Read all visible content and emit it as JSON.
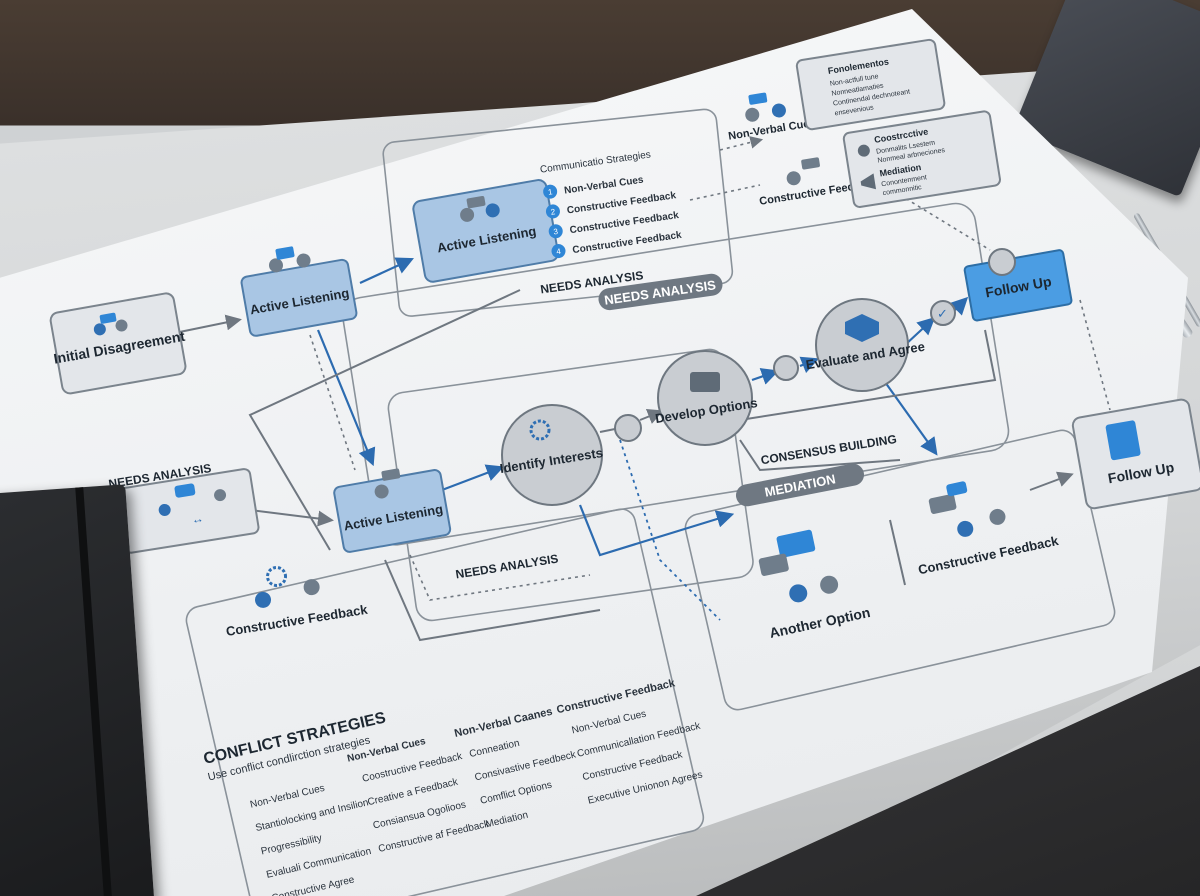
{
  "nodes": {
    "initial": "Initial Disagreement",
    "active_listening_1": "Active Listening",
    "active_listening_2": "Active Listening",
    "active_listening_3": "Active Listening",
    "identify": "Identify Interests",
    "develop": "Develop Options",
    "evaluate": "Evaluate and Agree",
    "follow_up_1": "Follow Up",
    "follow_up_2": "Follow Up",
    "non_verbal": "Non-Verbal Cues",
    "constructive_top": "Constructive Feedback",
    "constructive_left": "Constructive Feedback",
    "constructive_right": "Constructive Feedback",
    "another_option": "Another Option"
  },
  "labels": {
    "needs_analysis_left": "NEEDS ANALYSIS",
    "needs_analysis_top": "NEEDS ANALYSIS",
    "needs_analysis_mid": "NEEDS ANALYSIS",
    "needs_banner": "NEEDS ANALYSIS",
    "consensus": "CONSENSUS BUILDING",
    "mediation_banner": "MEDIATION"
  },
  "comm_strategies": {
    "title": "Communicatio Strategies",
    "items": [
      {
        "num": "1",
        "text": "Non-Verbal Cues"
      },
      {
        "num": "2",
        "text": "Constructive Feedback"
      },
      {
        "num": "3",
        "text": "Constructive Feedback"
      },
      {
        "num": "4",
        "text": "Constructive Feedback"
      }
    ]
  },
  "top_right_card_1": {
    "title": "Fonolementos",
    "lines": [
      "Non-actfull tune",
      "Nonneatlamaties",
      "Continendal dechnoteant",
      "ensevenious"
    ]
  },
  "top_right_card_2": {
    "title_a": "Coostrcctive",
    "lines_a": [
      "Donmalits Lsestem",
      "Nonmeal arbneciones"
    ],
    "title_b": "Mediation",
    "lines_b": [
      "Conontenment",
      "commonnitic"
    ]
  },
  "conflict": {
    "title": "CONFLICT STRATEGIES",
    "subtitle": "Use conflict condlirction strategies",
    "col1": [
      "Non-Verbal Cues",
      "Stantiolocking and Insilion",
      "Progressibility",
      "Evaluali Communication",
      "Constructive Agree"
    ],
    "col2_head": "Non-Verbal Cues",
    "col2": [
      "Coostructive Feedback",
      "Creative a Feedback",
      "Consiansua Ogolioos",
      "Constructive af Feedback"
    ],
    "col3_head": "Non-Verbal Caanes",
    "col3": [
      "Conneation",
      "Consivastive Feedbeck",
      "Comflict Options",
      "Mediation"
    ],
    "col4_head": "Constructive Feedback",
    "col4": [
      "Non-Verbal Cues",
      "Communicallation Feedback",
      "Constructive Feedback",
      "Executive Unionon Agrees"
    ]
  },
  "colors": {
    "accent": "#2f86d6",
    "node_blue": "#a9c6e4",
    "node_grey": "#e3e6ea",
    "line_grey": "#6f7780"
  },
  "icons": [
    "person-icon",
    "chat-bubble-icon",
    "gear-icon",
    "briefcase-icon",
    "checkmark-icon",
    "clipboard-icon",
    "megaphone-icon",
    "arrows-icon"
  ]
}
